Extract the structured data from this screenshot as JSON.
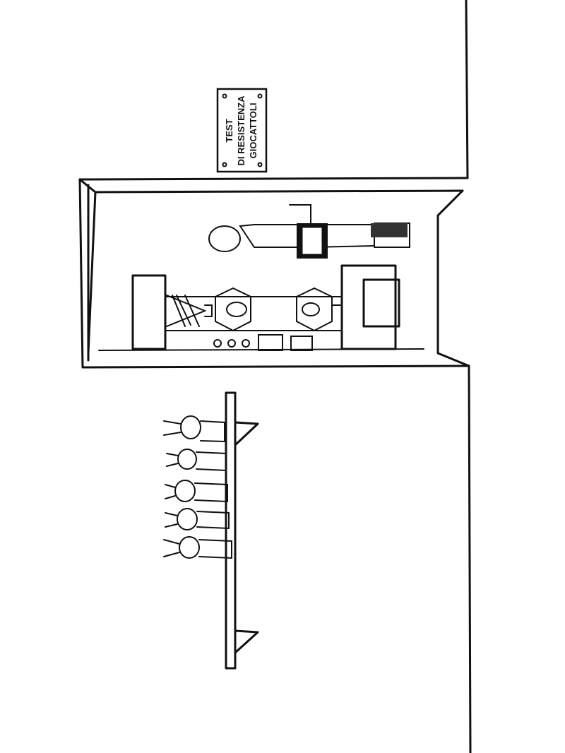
{
  "sign": {
    "line1": "TEST",
    "line2": "DI RESISTENZA",
    "line3": "GIOCATTOLI"
  },
  "colors": {
    "ink": "#111111",
    "paper": "#ffffff"
  }
}
